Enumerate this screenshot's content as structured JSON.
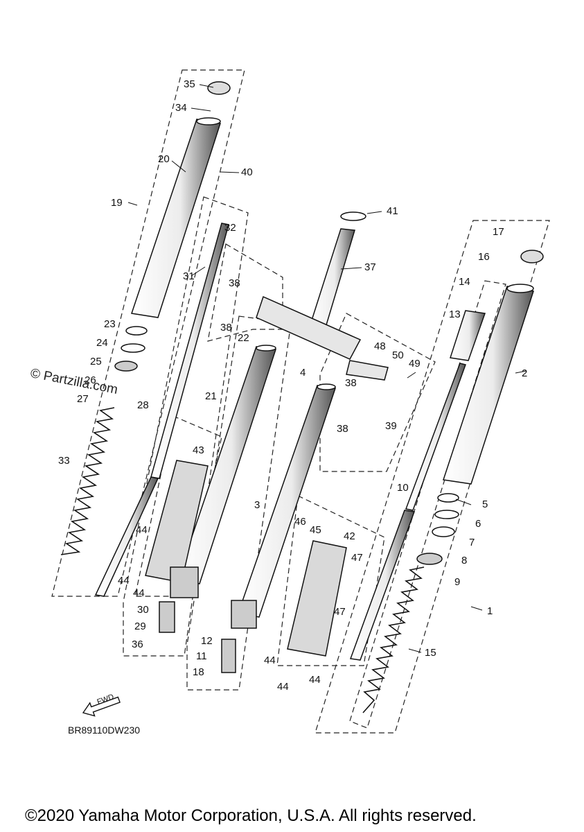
{
  "labels": [
    "35",
    "34",
    "20",
    "40",
    "19",
    "32",
    "41",
    "31",
    "37",
    "38",
    "38",
    "22",
    "23",
    "24",
    "25",
    "26",
    "27",
    "28",
    "33",
    "21",
    "4",
    "48",
    "50",
    "49",
    "38",
    "38",
    "39",
    "43",
    "3",
    "46",
    "45",
    "42",
    "47",
    "47",
    "44",
    "44",
    "44",
    "30",
    "29",
    "36",
    "12",
    "11",
    "18",
    "44",
    "44",
    "44",
    "17",
    "16",
    "14",
    "13",
    "2",
    "10",
    "5",
    "6",
    "7",
    "8",
    "9",
    "1",
    "15"
  ],
  "watermark": "© Partzilla.com",
  "fwd": "FWD",
  "diagram_code": "BR89110DW230",
  "copyright": "©2020 Yamaha Motor Corporation, U.S.A. All rights reserved.",
  "colors": {
    "ink": "#111111",
    "background": "#ffffff"
  }
}
